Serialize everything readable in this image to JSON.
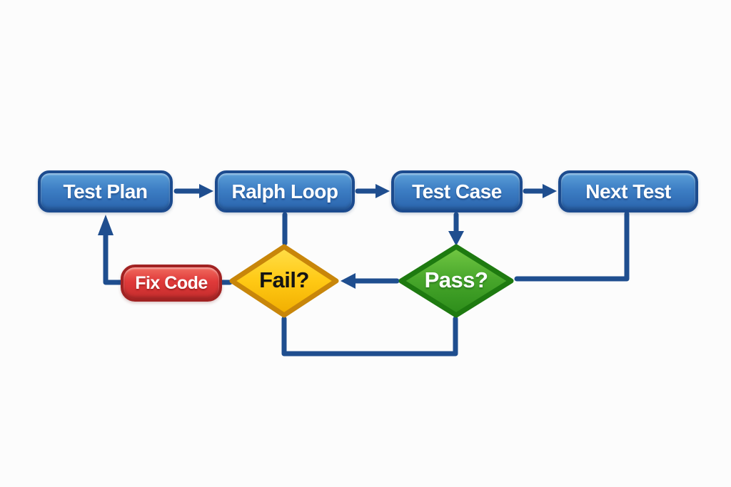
{
  "background": "#fcfcfc",
  "palette": {
    "arrow_blue": "#1f4e8f",
    "process_border": "#1c4b8e",
    "process_fill_top": "#5b9fd8",
    "process_fill_bottom": "#2a64ad",
    "action_border": "#a12222",
    "action_fill_top": "#f06a5e",
    "action_fill_bottom": "#c42c2c",
    "fail_border": "#c8860a",
    "fail_fill_top": "#ffdd3c",
    "fail_fill_bottom": "#f0ad00",
    "pass_border": "#1e7a10",
    "pass_fill_top": "#6ec43c",
    "pass_fill_bottom": "#2c8c1a",
    "text_light": "#ffffff",
    "text_dark": "#141414"
  },
  "nodes": [
    {
      "id": "test-plan",
      "label": "Test Plan",
      "shape": "rounded-rect",
      "role": "process"
    },
    {
      "id": "ralph-loop",
      "label": "Ralph Loop",
      "shape": "rounded-rect",
      "role": "process"
    },
    {
      "id": "test-case",
      "label": "Test Case",
      "shape": "rounded-rect",
      "role": "process"
    },
    {
      "id": "next-test",
      "label": "Next Test",
      "shape": "rounded-rect",
      "role": "process"
    },
    {
      "id": "fix-code",
      "label": "Fix Code",
      "shape": "rounded-rect",
      "role": "action"
    },
    {
      "id": "fail",
      "label": "Fail?",
      "shape": "diamond",
      "role": "decision"
    },
    {
      "id": "pass",
      "label": "Pass?",
      "shape": "diamond",
      "role": "decision"
    }
  ],
  "edges": [
    {
      "from": "test-plan",
      "to": "ralph-loop",
      "style": "straight",
      "arrowhead": true,
      "direction": "right"
    },
    {
      "from": "ralph-loop",
      "to": "test-case",
      "style": "straight",
      "arrowhead": true,
      "direction": "right"
    },
    {
      "from": "test-case",
      "to": "next-test",
      "style": "straight",
      "arrowhead": true,
      "direction": "right"
    },
    {
      "from": "ralph-loop",
      "to": "fail",
      "style": "straight",
      "arrowhead": false,
      "direction": "down"
    },
    {
      "from": "test-case",
      "to": "pass",
      "style": "straight",
      "arrowhead": true,
      "direction": "down"
    },
    {
      "from": "pass",
      "to": "fail",
      "style": "straight",
      "arrowhead": true,
      "direction": "left"
    },
    {
      "from": "fail",
      "to": "fix-code",
      "style": "straight",
      "arrowhead": false,
      "direction": "left"
    },
    {
      "from": "fix-code",
      "to": "test-plan",
      "style": "elbow",
      "arrowhead": true,
      "direction": "left-then-up"
    },
    {
      "from": "fail",
      "to": "pass",
      "style": "elbow-u",
      "arrowhead": false,
      "direction": "down-right-up"
    },
    {
      "from": "next-test",
      "to": "pass",
      "style": "elbow",
      "arrowhead": false,
      "direction": "down-then-left"
    }
  ]
}
